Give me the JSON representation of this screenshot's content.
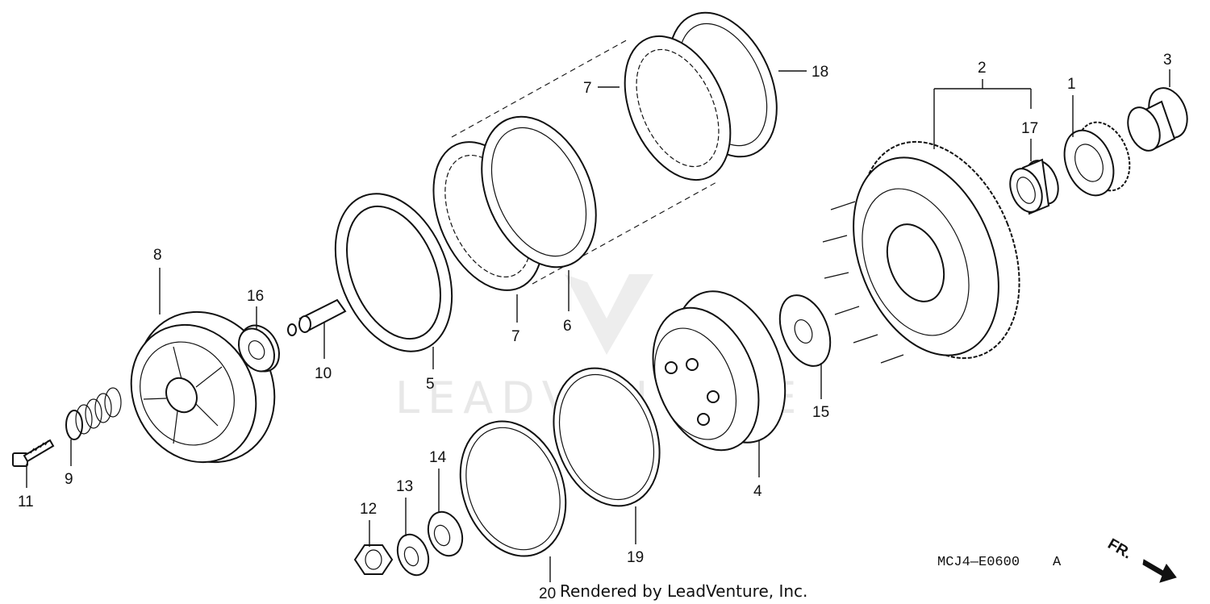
{
  "watermark": "LEADVENTURE",
  "diagram_code": "MCJ4—E0600",
  "diagram_code_suffix": "A",
  "direction_label": "FR.",
  "credit": "Rendered by LeadVenture, Inc.",
  "callouts": [
    "1",
    "2",
    "3",
    "4",
    "5",
    "6",
    "7",
    "7",
    "8",
    "9",
    "10",
    "11",
    "12",
    "13",
    "14",
    "15",
    "16",
    "17",
    "18",
    "19",
    "20"
  ]
}
